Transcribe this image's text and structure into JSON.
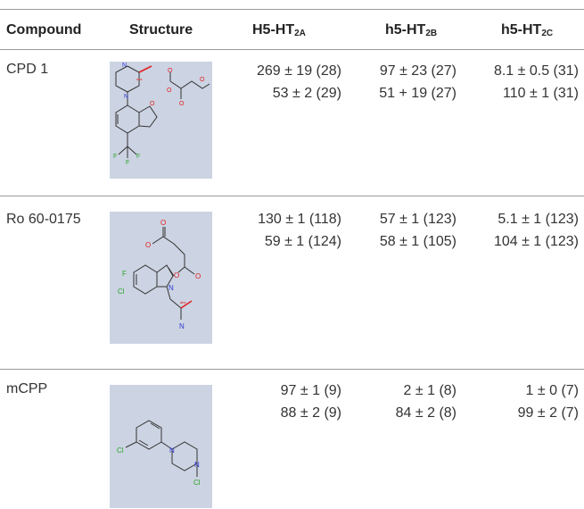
{
  "table": {
    "headers": {
      "compound": "Compound",
      "structure": "Structure",
      "h5ht2a": {
        "base": "H5-HT",
        "sub": "2A"
      },
      "h5ht2b": {
        "base": "h5-HT",
        "sub": "2B"
      },
      "h5ht2c": {
        "base": "h5-HT",
        "sub": "2C"
      }
    },
    "rows": [
      {
        "compound": "CPD 1",
        "ht2a": [
          "269 ± 19 (28)",
          "53 ± 2 (29)"
        ],
        "ht2b": [
          "97 ± 23 (27)",
          "51 + 19 (27)"
        ],
        "ht2c": [
          "8.1 ± 0.5 (31)",
          "110 ± 1 (31)"
        ]
      },
      {
        "compound": "Ro 60-0175",
        "ht2a": [
          "130 ± 1 (118)",
          "59 ± 1 (124)"
        ],
        "ht2b": [
          "57 ± 1 (123)",
          "58 ± 1 (105)"
        ],
        "ht2c": [
          "5.1 ± 1 (123)",
          "104 ± 1 (123)"
        ]
      },
      {
        "compound": "mCPP",
        "ht2a": [
          "97 ± 1 (9)",
          "88 ± 2 (9)"
        ],
        "ht2b": [
          "2 ± 1 (8)",
          "84 ± 2 (8)"
        ],
        "ht2c": [
          "1 ± 0 (7)",
          "99 ± 2 (7)"
        ]
      }
    ]
  },
  "structures": {
    "cpd1": {
      "atoms": [
        "N",
        "N",
        "O",
        "O",
        "O",
        "O",
        "O",
        "F",
        "F",
        "F"
      ],
      "stereo": "abs"
    },
    "ro600175": {
      "atoms": [
        "O",
        "O",
        "O",
        "O",
        "F",
        "Cl",
        "N",
        "N"
      ],
      "stereo": "abs"
    },
    "mcpp": {
      "atoms": [
        "Cl",
        "N",
        "N",
        "Cl"
      ]
    }
  },
  "colors": {
    "structure_bg": "#ccd3e2",
    "nitrogen": "#2c3ad6",
    "oxygen": "#e02020",
    "fluorine_chlorine": "#2aa52a",
    "bond": "#333333"
  }
}
